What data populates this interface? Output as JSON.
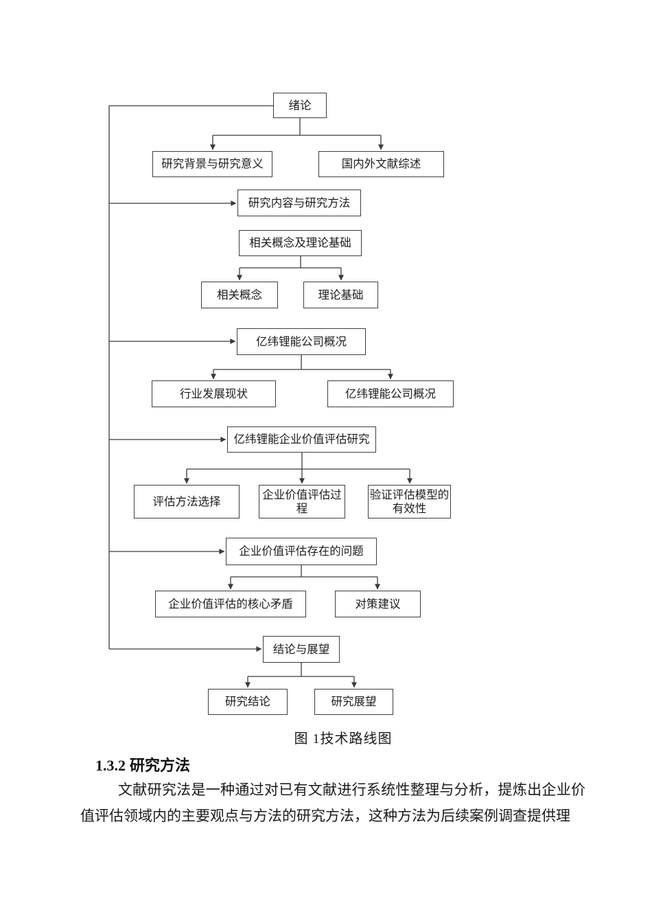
{
  "document": {
    "figure_caption": "图 1技术路线图",
    "section_heading": {
      "number": "1.3.2",
      "title": "研究方法"
    },
    "paragraph": "文献研究法是一种通过对已有文献进行系统性整理与分析，提炼出企业价值评估领域内的主要观点与方法的研究方法，这种方法为后续案例调查提供理"
  },
  "flowchart": {
    "title": "技术路线图",
    "nodes": [
      {
        "id": "introduction",
        "label": "绪论"
      },
      {
        "id": "background-significance",
        "label": "研究背景与研究意义"
      },
      {
        "id": "literature-review",
        "label": "国内外文献综述"
      },
      {
        "id": "content-methods",
        "label": "研究内容与研究方法"
      },
      {
        "id": "concepts-theory",
        "label": "相关概念及理论基础"
      },
      {
        "id": "concepts",
        "label": "相关概念"
      },
      {
        "id": "theory",
        "label": "理论基础"
      },
      {
        "id": "company-overview",
        "label": "亿纬锂能公司概况"
      },
      {
        "id": "industry-status",
        "label": "行业发展现状"
      },
      {
        "id": "company-overview-sub",
        "label": "亿纬锂能公司概况"
      },
      {
        "id": "valuation-research",
        "label": "亿纬锂能企业价值评估研究"
      },
      {
        "id": "method-selection",
        "label": "评估方法选择"
      },
      {
        "id": "valuation-process",
        "label": "企业价值评估过程"
      },
      {
        "id": "model-validation",
        "label": "验证评估模型的有效性"
      },
      {
        "id": "valuation-problems",
        "label": "企业价值评估存在的问题"
      },
      {
        "id": "core-contradiction",
        "label": "企业价值评估的核心矛盾"
      },
      {
        "id": "suggestions",
        "label": "对策建议"
      },
      {
        "id": "conclusion-outlook",
        "label": "结论与展望"
      },
      {
        "id": "conclusions",
        "label": "研究结论"
      },
      {
        "id": "prospects",
        "label": "研究展望"
      }
    ],
    "edges": [
      [
        "introduction",
        "background-significance"
      ],
      [
        "introduction",
        "literature-review"
      ],
      [
        "introduction",
        "content-methods"
      ],
      [
        "introduction",
        "company-overview"
      ],
      [
        "introduction",
        "valuation-research"
      ],
      [
        "introduction",
        "valuation-problems"
      ],
      [
        "introduction",
        "conclusion-outlook"
      ],
      [
        "concepts-theory",
        "concepts"
      ],
      [
        "concepts-theory",
        "theory"
      ],
      [
        "company-overview",
        "industry-status"
      ],
      [
        "company-overview",
        "company-overview-sub"
      ],
      [
        "valuation-research",
        "method-selection"
      ],
      [
        "valuation-research",
        "valuation-process"
      ],
      [
        "valuation-research",
        "model-validation"
      ],
      [
        "valuation-problems",
        "core-contradiction"
      ],
      [
        "valuation-problems",
        "suggestions"
      ],
      [
        "conclusion-outlook",
        "conclusions"
      ],
      [
        "conclusion-outlook",
        "prospects"
      ]
    ],
    "colors": {
      "line": "#3a3a3a",
      "box_border": "#3d3d3d",
      "text": "#1c1c1c",
      "background": "#ffffff"
    }
  }
}
